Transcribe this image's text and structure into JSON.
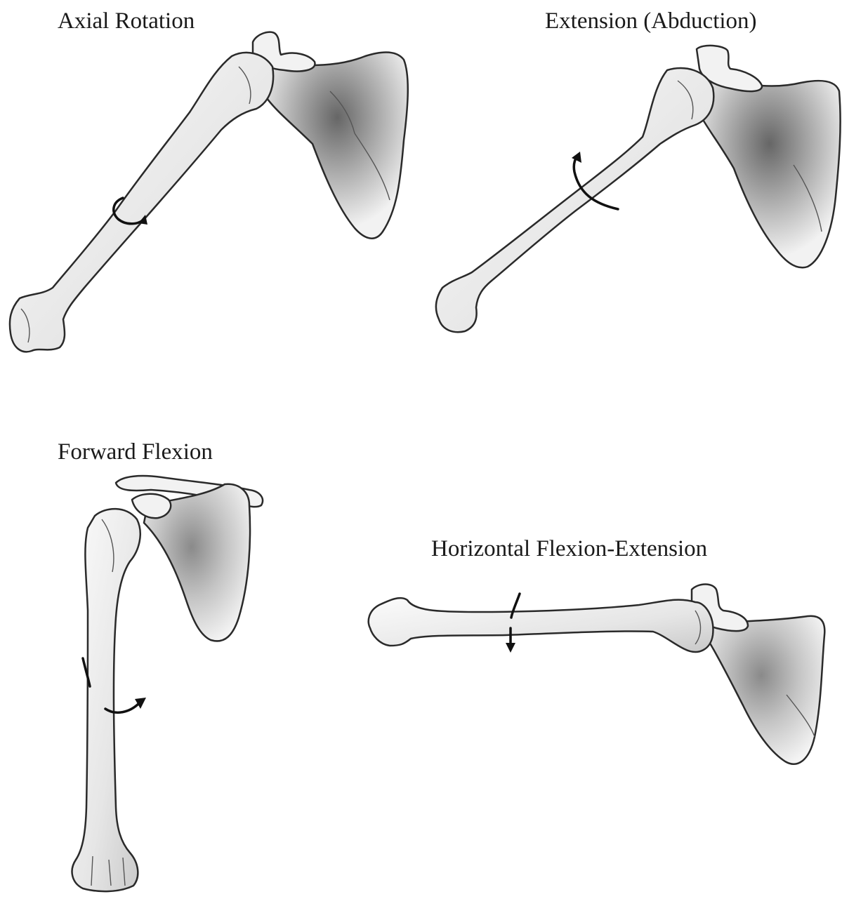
{
  "figure": {
    "panels": [
      {
        "id": "axial-rotation",
        "label": "Axial Rotation"
      },
      {
        "id": "extension-abduction",
        "label": "Extension (Abduction)"
      },
      {
        "id": "forward-flexion",
        "label": "Forward Flexion"
      },
      {
        "id": "horizontal-flexion-extension",
        "label": "Horizontal Flexion-Extension"
      }
    ]
  },
  "colors": {
    "bone_light": "#f4f4f4",
    "bone_shadow": "#9a9a9a",
    "scapula_dark": "#6e6e6e",
    "outline": "#2a2a2a",
    "arrow": "#111111"
  }
}
